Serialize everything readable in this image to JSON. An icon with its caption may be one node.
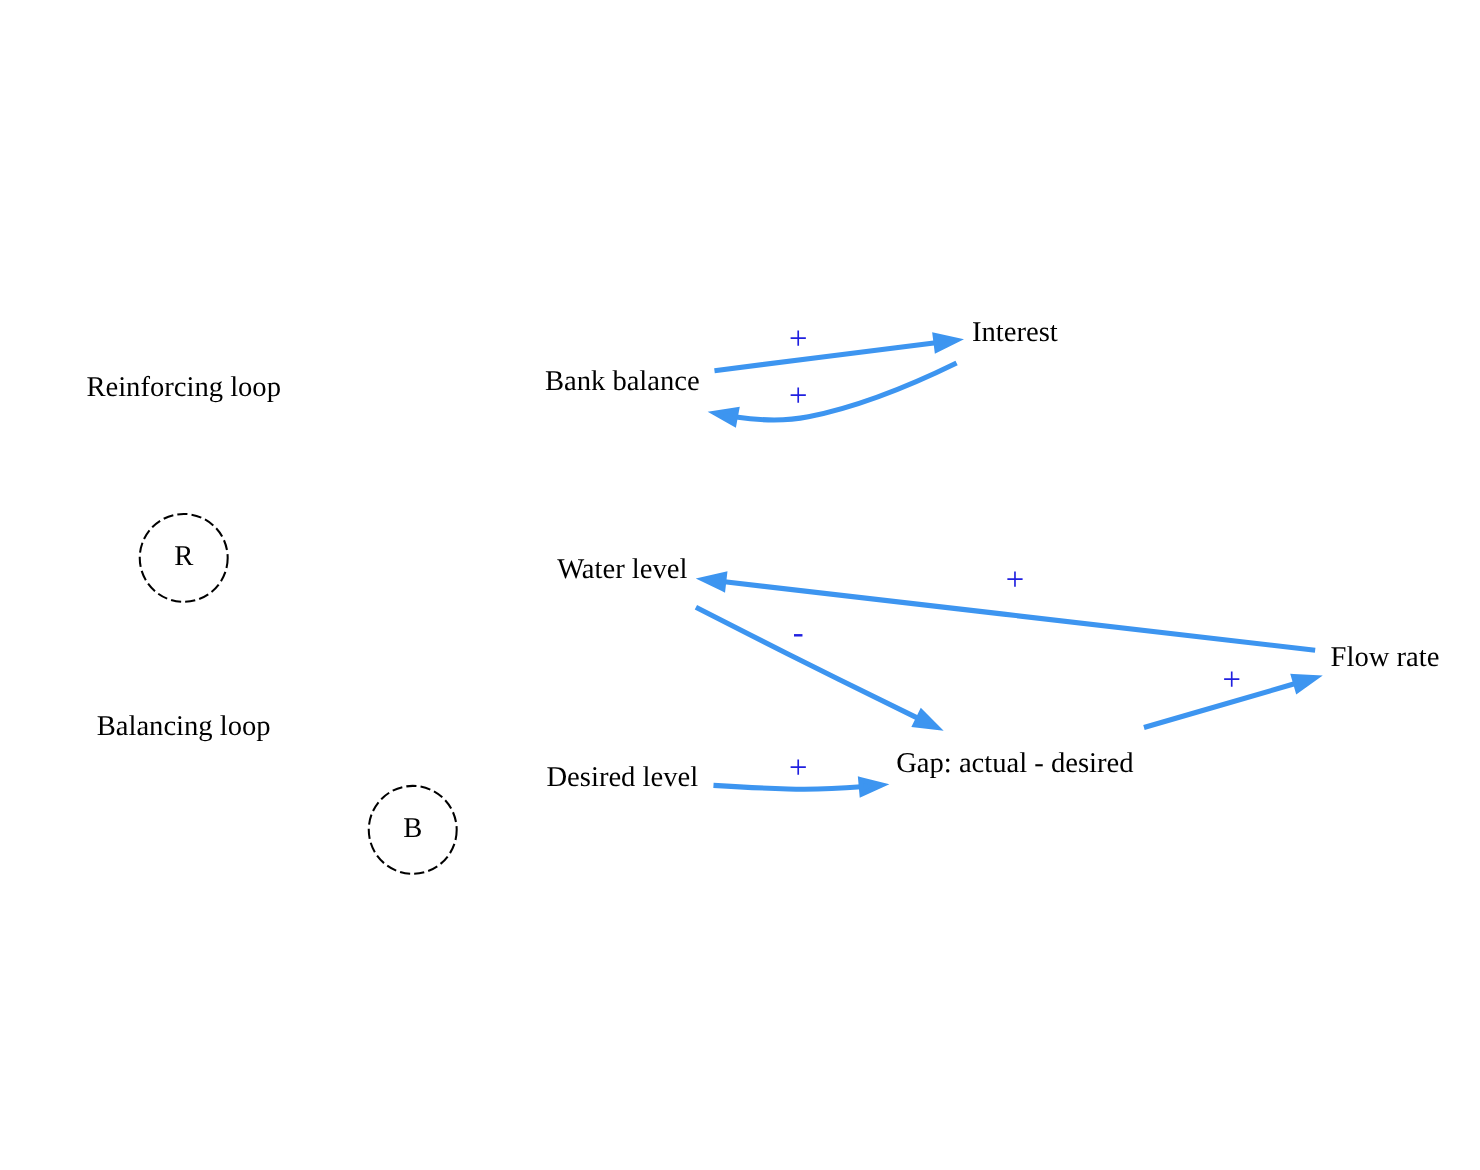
{
  "diagram": {
    "nodes": [
      {
        "text": [
          "Bank balance"
        ]
      },
      {
        "text": [
          "Interest"
        ]
      },
      {
        "text": [
          "Water level"
        ]
      },
      {
        "text": [
          "Gap: actual - desired"
        ]
      },
      {
        "text": [
          "Flow rate"
        ]
      },
      {
        "text": [
          "Desired level"
        ]
      }
    ],
    "edges": [
      {
        "from": 0,
        "to": 1,
        "arrow": "to",
        "label": "+"
      },
      {
        "from": 1,
        "to": 0,
        "arrow": "to",
        "label": "+"
      },
      {
        "from": 4,
        "to": 2,
        "arrow": "to",
        "label": "+"
      },
      {
        "from": 2,
        "to": 3,
        "arrow": "to",
        "label": "-"
      },
      {
        "from": 5,
        "to": 3,
        "arrow": "to",
        "label": "+"
      },
      {
        "from": 3,
        "to": 4,
        "arrow": "to",
        "label": "+"
      }
    ],
    "labels": [
      "Reinforcing loop",
      "R",
      "Balancing loop",
      "B"
    ]
  }
}
